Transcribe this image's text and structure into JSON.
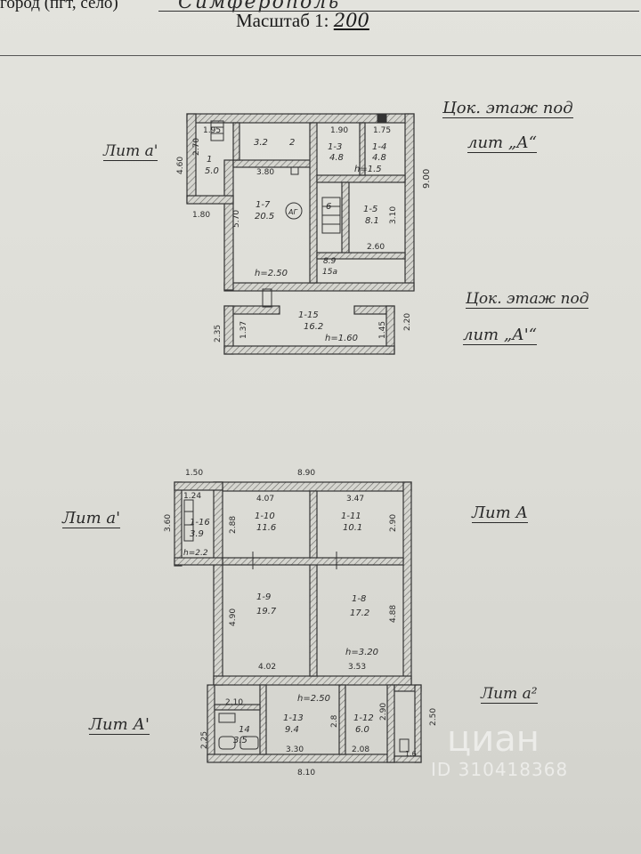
{
  "header": {
    "city_label": "город (пгт, село)",
    "city_value": "Симферополь",
    "scale_label": "Масштаб 1:",
    "scale_value": "200"
  },
  "labels": {
    "basement_lit_a_line1": "Цок. этаж под",
    "basement_lit_a_line2": "лит „А“",
    "basement_lit_a1_line1": "Цок. этаж под",
    "basement_lit_a1_line2": "лит „А'“",
    "lit_a_lower_left_top": "Лит а'",
    "lit_a_upper_left": "Лит а'",
    "lit_A_right": "Лит А",
    "lit_a2_right": "Лит а²",
    "lit_A1_lower_left": "Лит А'"
  },
  "basement": {
    "rooms": [
      {
        "no": "1",
        "area": "5.0"
      },
      {
        "no": "1-7",
        "area": "20.5"
      },
      {
        "no": "1-3",
        "area": "4.8"
      },
      {
        "no": "1-4",
        "area": "4.8"
      },
      {
        "no": "1-5",
        "area": "8.1"
      },
      {
        "no": "1-15",
        "area": "16.2"
      },
      {
        "no": "15а",
        "area": "8.9"
      }
    ],
    "marks": {
      "stair_mark": "АГ",
      "room_6": "6",
      "small_3": "3.2",
      "small_2": "2",
      "h_main": "h=2.50",
      "h_15": "h=1.60",
      "h_right": "h=1.5"
    },
    "dims": {
      "d_1_95": "1.95",
      "d_2_70": "2.70",
      "d_4_60": "4.60",
      "d_1_80": "1.80",
      "d_3_80": "3.80",
      "d_5_70": "5.70",
      "d_1_90": "1.90",
      "d_1_75": "1.75",
      "d_9_00": "9.00",
      "d_3_10": "3.10",
      "d_2_60": "2.60",
      "d_2_35": "2.35",
      "d_1_37": "1.37",
      "d_1_45": "1.45",
      "d_2_20": "2.20"
    }
  },
  "ground": {
    "rooms": [
      {
        "no": "1-10",
        "area": "11.6"
      },
      {
        "no": "1-11",
        "area": "10.1"
      },
      {
        "no": "1-9",
        "area": "19.7"
      },
      {
        "no": "1-8",
        "area": "17.2"
      },
      {
        "no": "1-13",
        "area": "9.4"
      },
      {
        "no": "1-12",
        "area": "6.0"
      },
      {
        "no": "14",
        "area": "3.5"
      },
      {
        "no": "1-16",
        "area": "3.9"
      }
    ],
    "marks": {
      "h_main": "h=3.20",
      "h_ext": "h=2.50",
      "h_small": "h=2.2"
    },
    "dims": {
      "d_1_50": "1.50",
      "d_8_90": "8.90",
      "d_1_24": "1.24",
      "d_4_07": "4.07",
      "d_3_47": "3.47",
      "d_3_60": "3.60",
      "d_2_88": "2.88",
      "d_2_90": "2.90",
      "d_4_90": "4.90",
      "d_4_88": "4.88",
      "d_4_02": "4.02",
      "d_3_53": "3.53",
      "d_2_10": "2.10",
      "d_2_25": "2.25",
      "d_2_8": "2.8",
      "d_2_90b": "2.90",
      "d_2_50": "2.50",
      "d_3_30": "3.30",
      "d_2_08": "2.08",
      "d_8_10": "8.10",
      "d_1_6": "1.6"
    }
  },
  "watermark": {
    "brand": "циан",
    "id": "ID 310418368"
  }
}
